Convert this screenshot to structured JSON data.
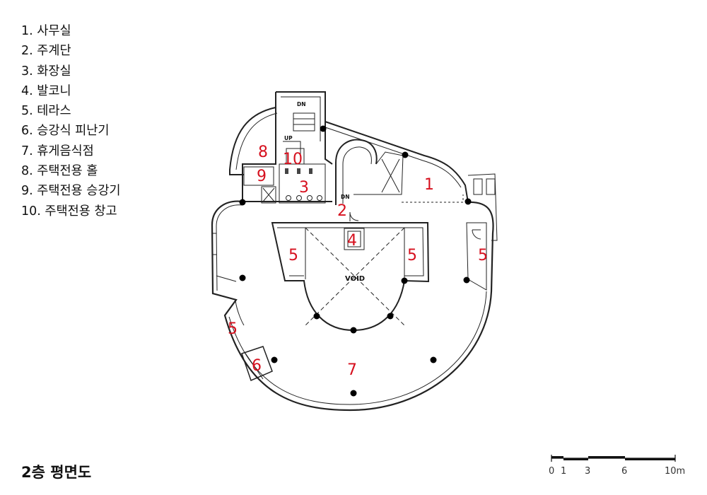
{
  "legend": [
    "1. 사무실",
    "2. 주계단",
    "3. 화장실",
    "4. 발코니",
    "5. 테라스",
    "6. 승강식 피난기",
    "7. 휴게음식점",
    "8. 주택전용 홀",
    "9. 주택전용 승강기",
    "10. 주택전용 창고"
  ],
  "plan_title": "2층 평면도",
  "plan_labels": {
    "office": "1",
    "main_stair": "2",
    "toilet": "3",
    "balcony": "4",
    "terrace_a": "5",
    "terrace_b": "5",
    "terrace_c": "5",
    "terrace_d": "5",
    "evac_lift": "6",
    "cafe": "7",
    "hall": "8",
    "elevator": "9",
    "storage": "10",
    "void": "VOID",
    "dn_top": "DN",
    "up": "UP",
    "dn_stair": "DN"
  },
  "scale_bar": {
    "ticks": [
      "0",
      "1",
      "3",
      "6",
      "10m"
    ]
  },
  "colors": {
    "label": "#d6101e",
    "line": "#222222"
  }
}
